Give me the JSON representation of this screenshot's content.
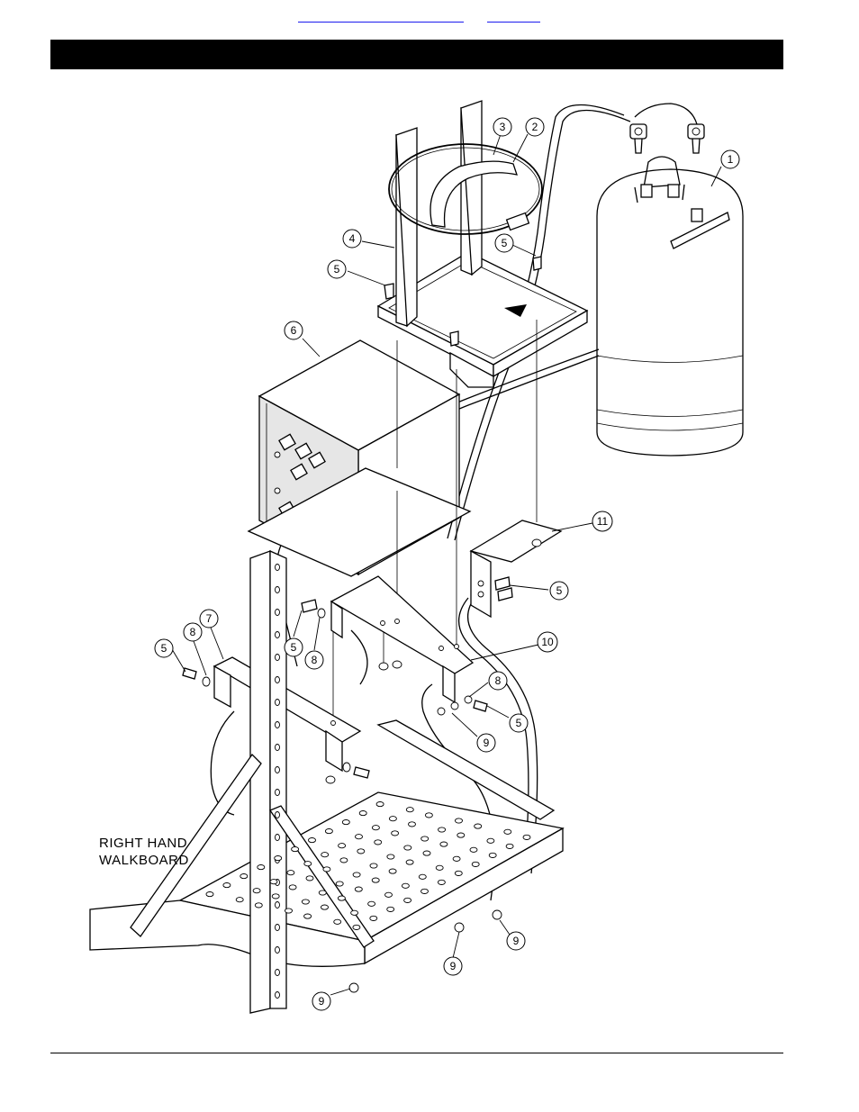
{
  "nav": {
    "links": [
      {
        "label": ""
      },
      {
        "label": ""
      }
    ]
  },
  "title_bar": {
    "text": ""
  },
  "diagram": {
    "walkboard_label_line1": "RIGHT HAND",
    "walkboard_label_line2": "WALKBOARD",
    "callouts": [
      "1",
      "2",
      "3",
      "4",
      "5",
      "5",
      "6",
      "11",
      "5",
      "5",
      "8",
      "7",
      "8",
      "5",
      "10",
      "8",
      "5",
      "9",
      "9",
      "9",
      "9"
    ]
  }
}
